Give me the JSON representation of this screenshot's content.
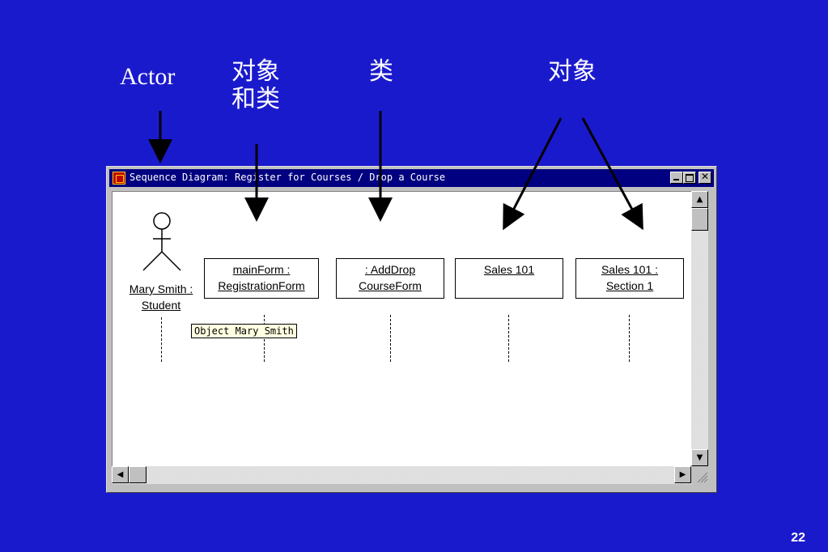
{
  "labels": {
    "actor": "Actor",
    "obj_and_class_1": "对象",
    "obj_and_class_2": "和类",
    "class": "类",
    "object": "对象"
  },
  "window": {
    "title": "Sequence Diagram: Register for Courses / Drop a Course",
    "min_icon": "minimize-icon",
    "max_icon": "maximize-icon",
    "close_icon": "close-icon"
  },
  "diagram": {
    "actor_name_1": "Mary Smith :",
    "actor_name_2": "Student",
    "objects": [
      {
        "line1": "mainForm :",
        "line2": "RegistrationForm"
      },
      {
        "line1": ": AddDrop",
        "line2": "CourseForm"
      },
      {
        "line1": "Sales 101",
        "line2": ""
      },
      {
        "line1": "Sales 101 :",
        "line2": "Section 1"
      }
    ],
    "tooltip": "Object Mary Smith"
  },
  "page_number": "22",
  "colors": {
    "background": "#1a1acd",
    "titlebar": "#000080",
    "tooltip": "#ffffe1"
  }
}
